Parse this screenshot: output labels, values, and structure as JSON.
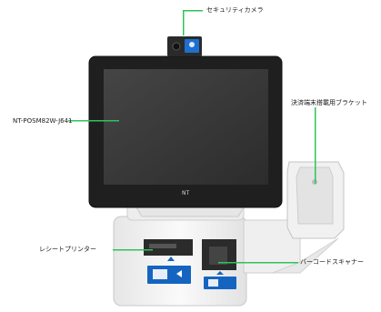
{
  "callouts": {
    "camera": "セキュリティカメラ",
    "model": "NT-POSM82W-J641",
    "bracket": "決済端末搭載用ブラケット",
    "printer": "レシートプリンター",
    "scanner": "バーコードスキャナー"
  },
  "device": {
    "monitor_logo": "NT"
  },
  "colors": {
    "leader_line": "#2fc35a",
    "label_blue": "#1565c0",
    "body_white": "#f4f4f4",
    "screen": "#3a3a3a"
  }
}
